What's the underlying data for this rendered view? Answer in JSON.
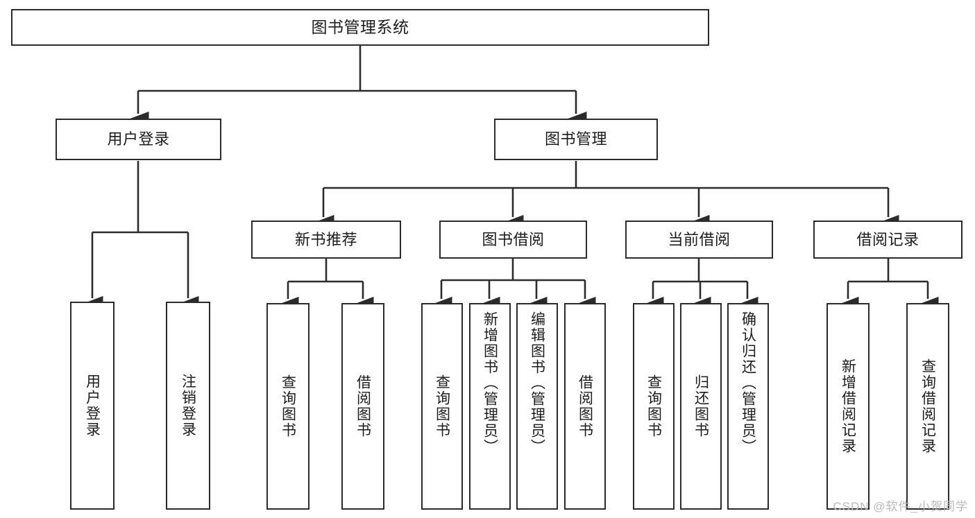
{
  "diagram": {
    "title": "图书管理系统",
    "watermark": "CSDN @软件_小贺同学",
    "colors": {
      "stroke": "#2b2b2b",
      "fill": "#ffffff",
      "text": "#1c1c1c",
      "watermark": "#b9b9b9"
    },
    "root": {
      "label": "图书管理系统"
    },
    "level2": [
      {
        "label": "用户登录"
      },
      {
        "label": "图书管理"
      }
    ],
    "level3": [
      {
        "label": "新书推荐"
      },
      {
        "label": "图书借阅"
      },
      {
        "label": "当前借阅"
      },
      {
        "label": "借阅记录"
      }
    ],
    "leaves": {
      "user_login": [
        {
          "label": "用户登录"
        },
        {
          "label": "注销登录"
        }
      ],
      "new_book_recommend": [
        {
          "label": "查询图书"
        },
        {
          "label": "借阅图书"
        }
      ],
      "book_borrow": [
        {
          "label": "查询图书"
        },
        {
          "label": "新增图书（管理员）"
        },
        {
          "label": "编辑图书（管理员）"
        },
        {
          "label": "借阅图书"
        }
      ],
      "current_borrow": [
        {
          "label": "查询图书"
        },
        {
          "label": "归还图书"
        },
        {
          "label": "确认归还（管理员）"
        }
      ],
      "borrow_record": [
        {
          "label": "新增借阅记录"
        },
        {
          "label": "查询借阅记录"
        }
      ]
    }
  }
}
